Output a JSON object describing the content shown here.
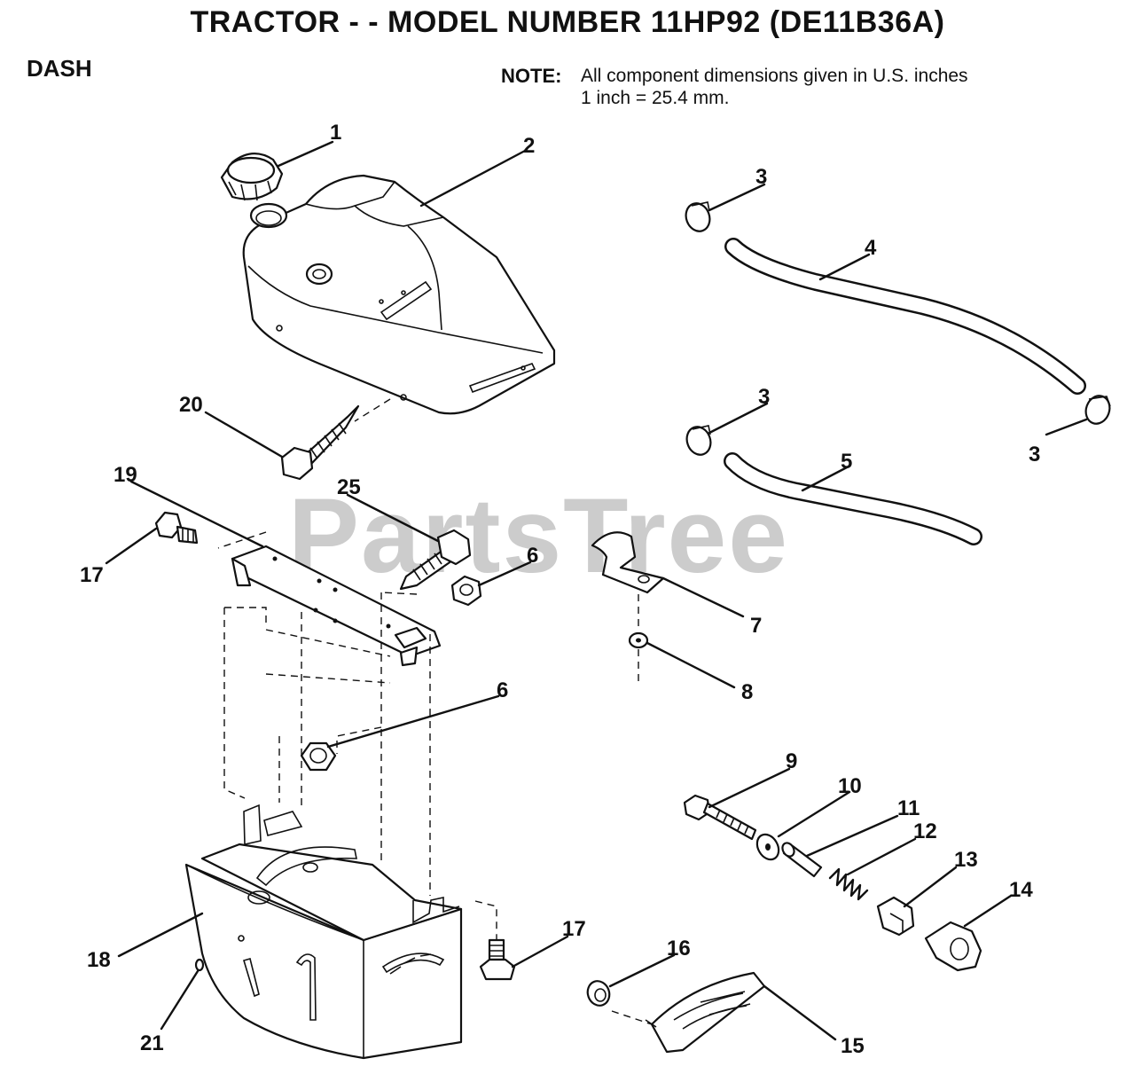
{
  "header": {
    "title": "TRACTOR - - MODEL NUMBER 11HP92 (DE11B36A)",
    "section": "DASH",
    "note_label": "NOTE:",
    "note_line1": "All component dimensions given in U.S. inches",
    "note_line2": "1 inch = 25.4 mm."
  },
  "watermark": "PartsTree",
  "callouts": {
    "c1": "1",
    "c2": "2",
    "c3a": "3",
    "c3b": "3",
    "c3c": "3",
    "c4": "4",
    "c5": "5",
    "c6a": "6",
    "c6b": "6",
    "c7": "7",
    "c8": "8",
    "c9": "9",
    "c10": "10",
    "c11": "11",
    "c12": "12",
    "c13": "13",
    "c14": "14",
    "c15": "15",
    "c16": "16",
    "c17a": "17",
    "c17b": "17",
    "c18": "18",
    "c19": "19",
    "c20": "20",
    "c21": "21",
    "c25": "25"
  }
}
